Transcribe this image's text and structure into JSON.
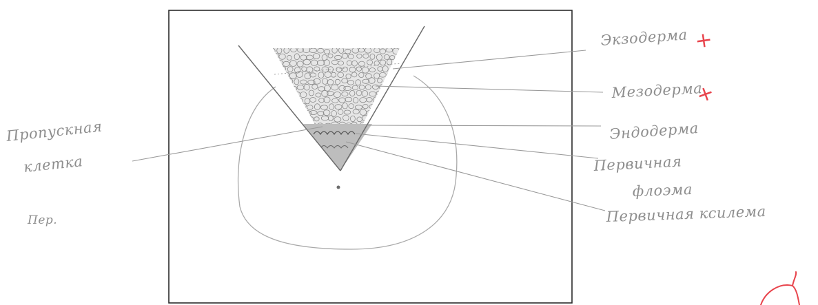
{
  "labels": {
    "exoderm": "Экзодерма",
    "mesoderm": "Мезодерма",
    "endoderm": "Эндодерма",
    "primary_phloem_line1": "Первичная",
    "primary_phloem_line2": "флоэма",
    "primary_xylem": "Первичная ксилема",
    "passage_cell_line1": "Пропускная",
    "passage_cell_line2": "клетка",
    "side_note": "Пер."
  },
  "marks": {
    "check_exoderm": "+",
    "check_mesoderm": "+"
  },
  "colors": {
    "pencil": "#8e8e8e",
    "correction": "#e8444c",
    "paper": "#ffffff"
  }
}
